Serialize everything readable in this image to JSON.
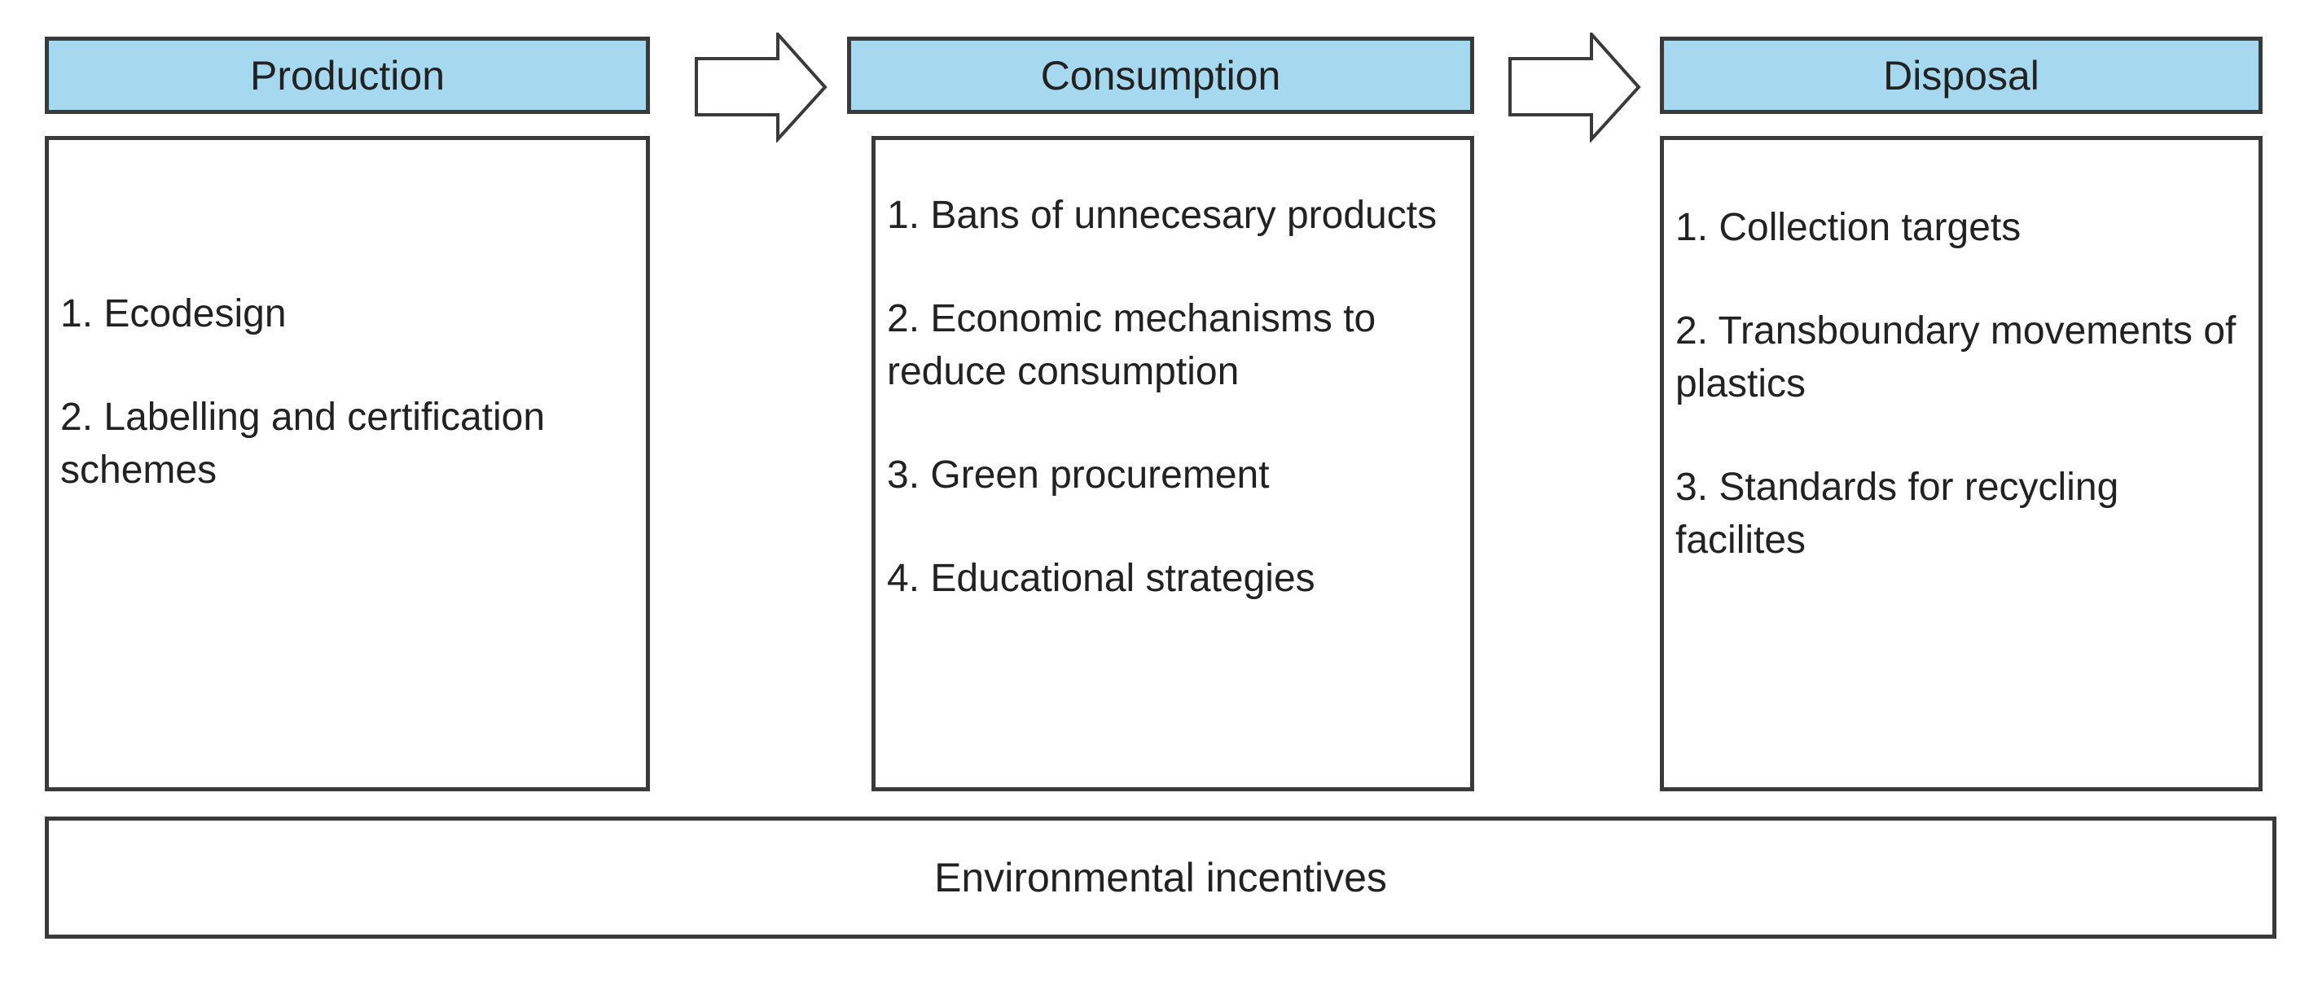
{
  "stages": [
    {
      "title": "Production",
      "items": [
        "1. Ecodesign",
        "2. Labelling and certification schemes"
      ]
    },
    {
      "title": "Consumption",
      "items": [
        "1. Bans of unnecesary products",
        "2. Economic mechanisms to reduce consumption",
        "3. Green procurement",
        "4. Educational strategies"
      ]
    },
    {
      "title": "Disposal",
      "items": [
        "1. Collection targets",
        "2. Transboundary movements of plastics",
        "3. Standards for recycling facilites"
      ]
    }
  ],
  "footer": {
    "label": "Environmental incentives"
  },
  "colors": {
    "header_fill": "#a6d9ef",
    "border": "#3a3a3a"
  }
}
